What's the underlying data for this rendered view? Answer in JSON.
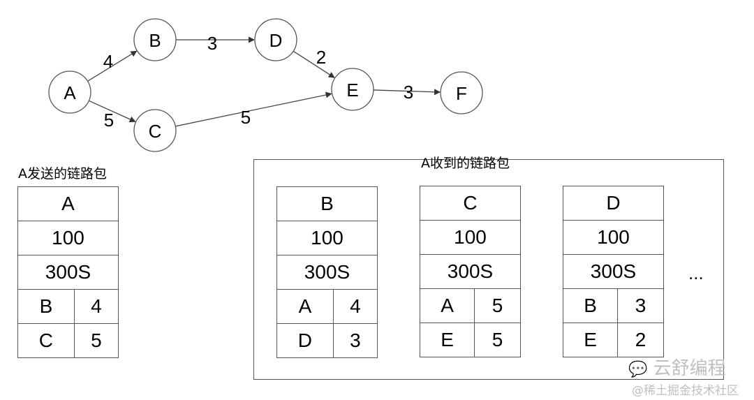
{
  "graph": {
    "nodes": [
      "A",
      "B",
      "C",
      "D",
      "E",
      "F"
    ],
    "edges": [
      {
        "from": "A",
        "to": "B",
        "weight": "4"
      },
      {
        "from": "A",
        "to": "C",
        "weight": "5"
      },
      {
        "from": "B",
        "to": "D",
        "weight": "3"
      },
      {
        "from": "D",
        "to": "E",
        "weight": "2"
      },
      {
        "from": "C",
        "to": "E",
        "weight": "5"
      },
      {
        "from": "E",
        "to": "F",
        "weight": "3"
      }
    ]
  },
  "sent": {
    "caption": "A发送的链路包",
    "packet": {
      "node": "A",
      "seq": "100",
      "age": "300S",
      "links": [
        [
          "B",
          "4"
        ],
        [
          "C",
          "5"
        ]
      ]
    }
  },
  "received": {
    "caption": "A收到的链路包",
    "packets": [
      {
        "node": "B",
        "seq": "100",
        "age": "300S",
        "links": [
          [
            "A",
            "4"
          ],
          [
            "D",
            "3"
          ]
        ]
      },
      {
        "node": "C",
        "seq": "100",
        "age": "300S",
        "links": [
          [
            "A",
            "5"
          ],
          [
            "E",
            "5"
          ]
        ]
      },
      {
        "node": "D",
        "seq": "100",
        "age": "300S",
        "links": [
          [
            "B",
            "3"
          ],
          [
            "E",
            "2"
          ]
        ]
      }
    ],
    "more": "..."
  },
  "watermark": {
    "line1": "云舒编程",
    "line2": "@稀土掘金技术社区"
  }
}
